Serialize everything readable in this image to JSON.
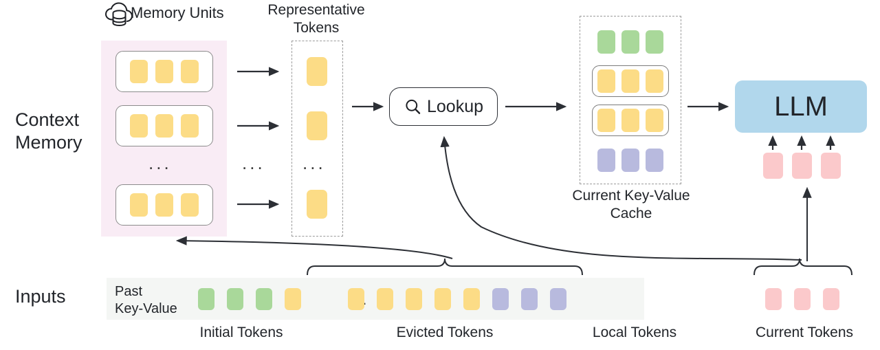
{
  "title": "Context Memory LLM KV-Cache Architecture Diagram",
  "labels": {
    "context_memory": "Context\nMemory",
    "inputs": "Inputs",
    "memory_units": "Memory Units",
    "representative_tokens": "Representative\nTokens",
    "lookup": "Lookup",
    "current_kv_cache": "Current Key-Value\nCache",
    "llm": "LLM",
    "past_key_value": "Past\nKey-Value",
    "ellipsis": "..."
  },
  "bottom_captions": {
    "initial": "Initial Tokens",
    "evicted": "Evicted Tokens",
    "local": "Local Tokens",
    "current": "Current Tokens"
  },
  "colors": {
    "token_yellow": "#fcdc86",
    "token_green": "#a9d89a",
    "token_purple": "#b8bade",
    "token_pink": "#fbc9cb",
    "llm_blue": "#b1d7ec",
    "context_memory_bg": "#f9ecf5",
    "inputs_strip_bg": "#f4f6f4",
    "stroke_dark": "#2c2f35",
    "stroke_dashed": "#9a9a9a",
    "text": "#22252a"
  },
  "icons": {
    "cloud_database": "cloud-database-icon",
    "search": "search-icon"
  },
  "context_memory": {
    "memory_units": [
      {
        "tokens": [
          "yellow",
          "yellow",
          "yellow"
        ]
      },
      {
        "tokens": [
          "yellow",
          "yellow",
          "yellow"
        ]
      },
      {
        "tokens": [
          "yellow",
          "yellow",
          "yellow"
        ]
      }
    ],
    "unit_count_label": "..."
  },
  "representative_tokens": {
    "tokens": [
      "yellow",
      "yellow",
      "yellow"
    ]
  },
  "kv_cache": {
    "rows": [
      {
        "color": "yellow",
        "role": "green-row",
        "boxed": false,
        "tokens": [
          "green",
          "green",
          "green"
        ]
      },
      {
        "color": "yellow",
        "role": "retrieved-unit",
        "boxed": true,
        "tokens": [
          "yellow",
          "yellow",
          "yellow"
        ]
      },
      {
        "color": "yellow",
        "role": "retrieved-unit",
        "boxed": true,
        "tokens": [
          "yellow",
          "yellow",
          "yellow"
        ]
      },
      {
        "color": "purple",
        "role": "local-row",
        "boxed": false,
        "tokens": [
          "purple",
          "purple",
          "purple"
        ]
      }
    ]
  },
  "llm_inputs": {
    "tokens": [
      "pink",
      "pink",
      "pink"
    ]
  },
  "inputs_sequence": {
    "initial": [
      "green",
      "green",
      "green"
    ],
    "evicted_head": [
      "yellow"
    ],
    "evicted_tail": [
      "yellow",
      "yellow",
      "yellow",
      "yellow",
      "yellow"
    ],
    "local": [
      "purple",
      "purple",
      "purple"
    ],
    "current": [
      "pink",
      "pink",
      "pink"
    ]
  }
}
